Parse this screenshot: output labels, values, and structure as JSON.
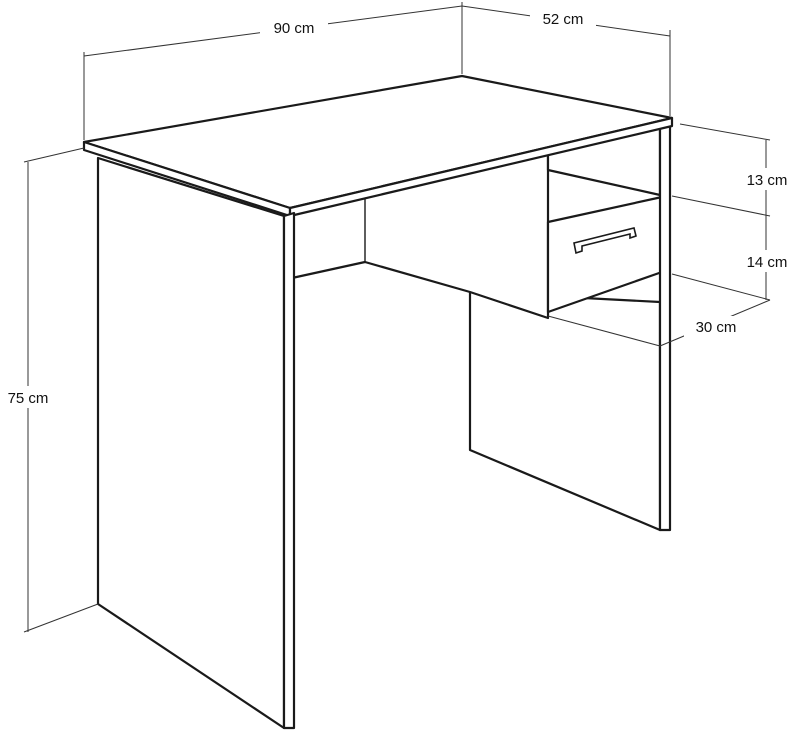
{
  "dimensions": {
    "width": "90 cm",
    "depth": "52 cm",
    "height": "75 cm",
    "shelf_height": "13 cm",
    "drawer_height": "14 cm",
    "drawer_depth": "30 cm"
  }
}
